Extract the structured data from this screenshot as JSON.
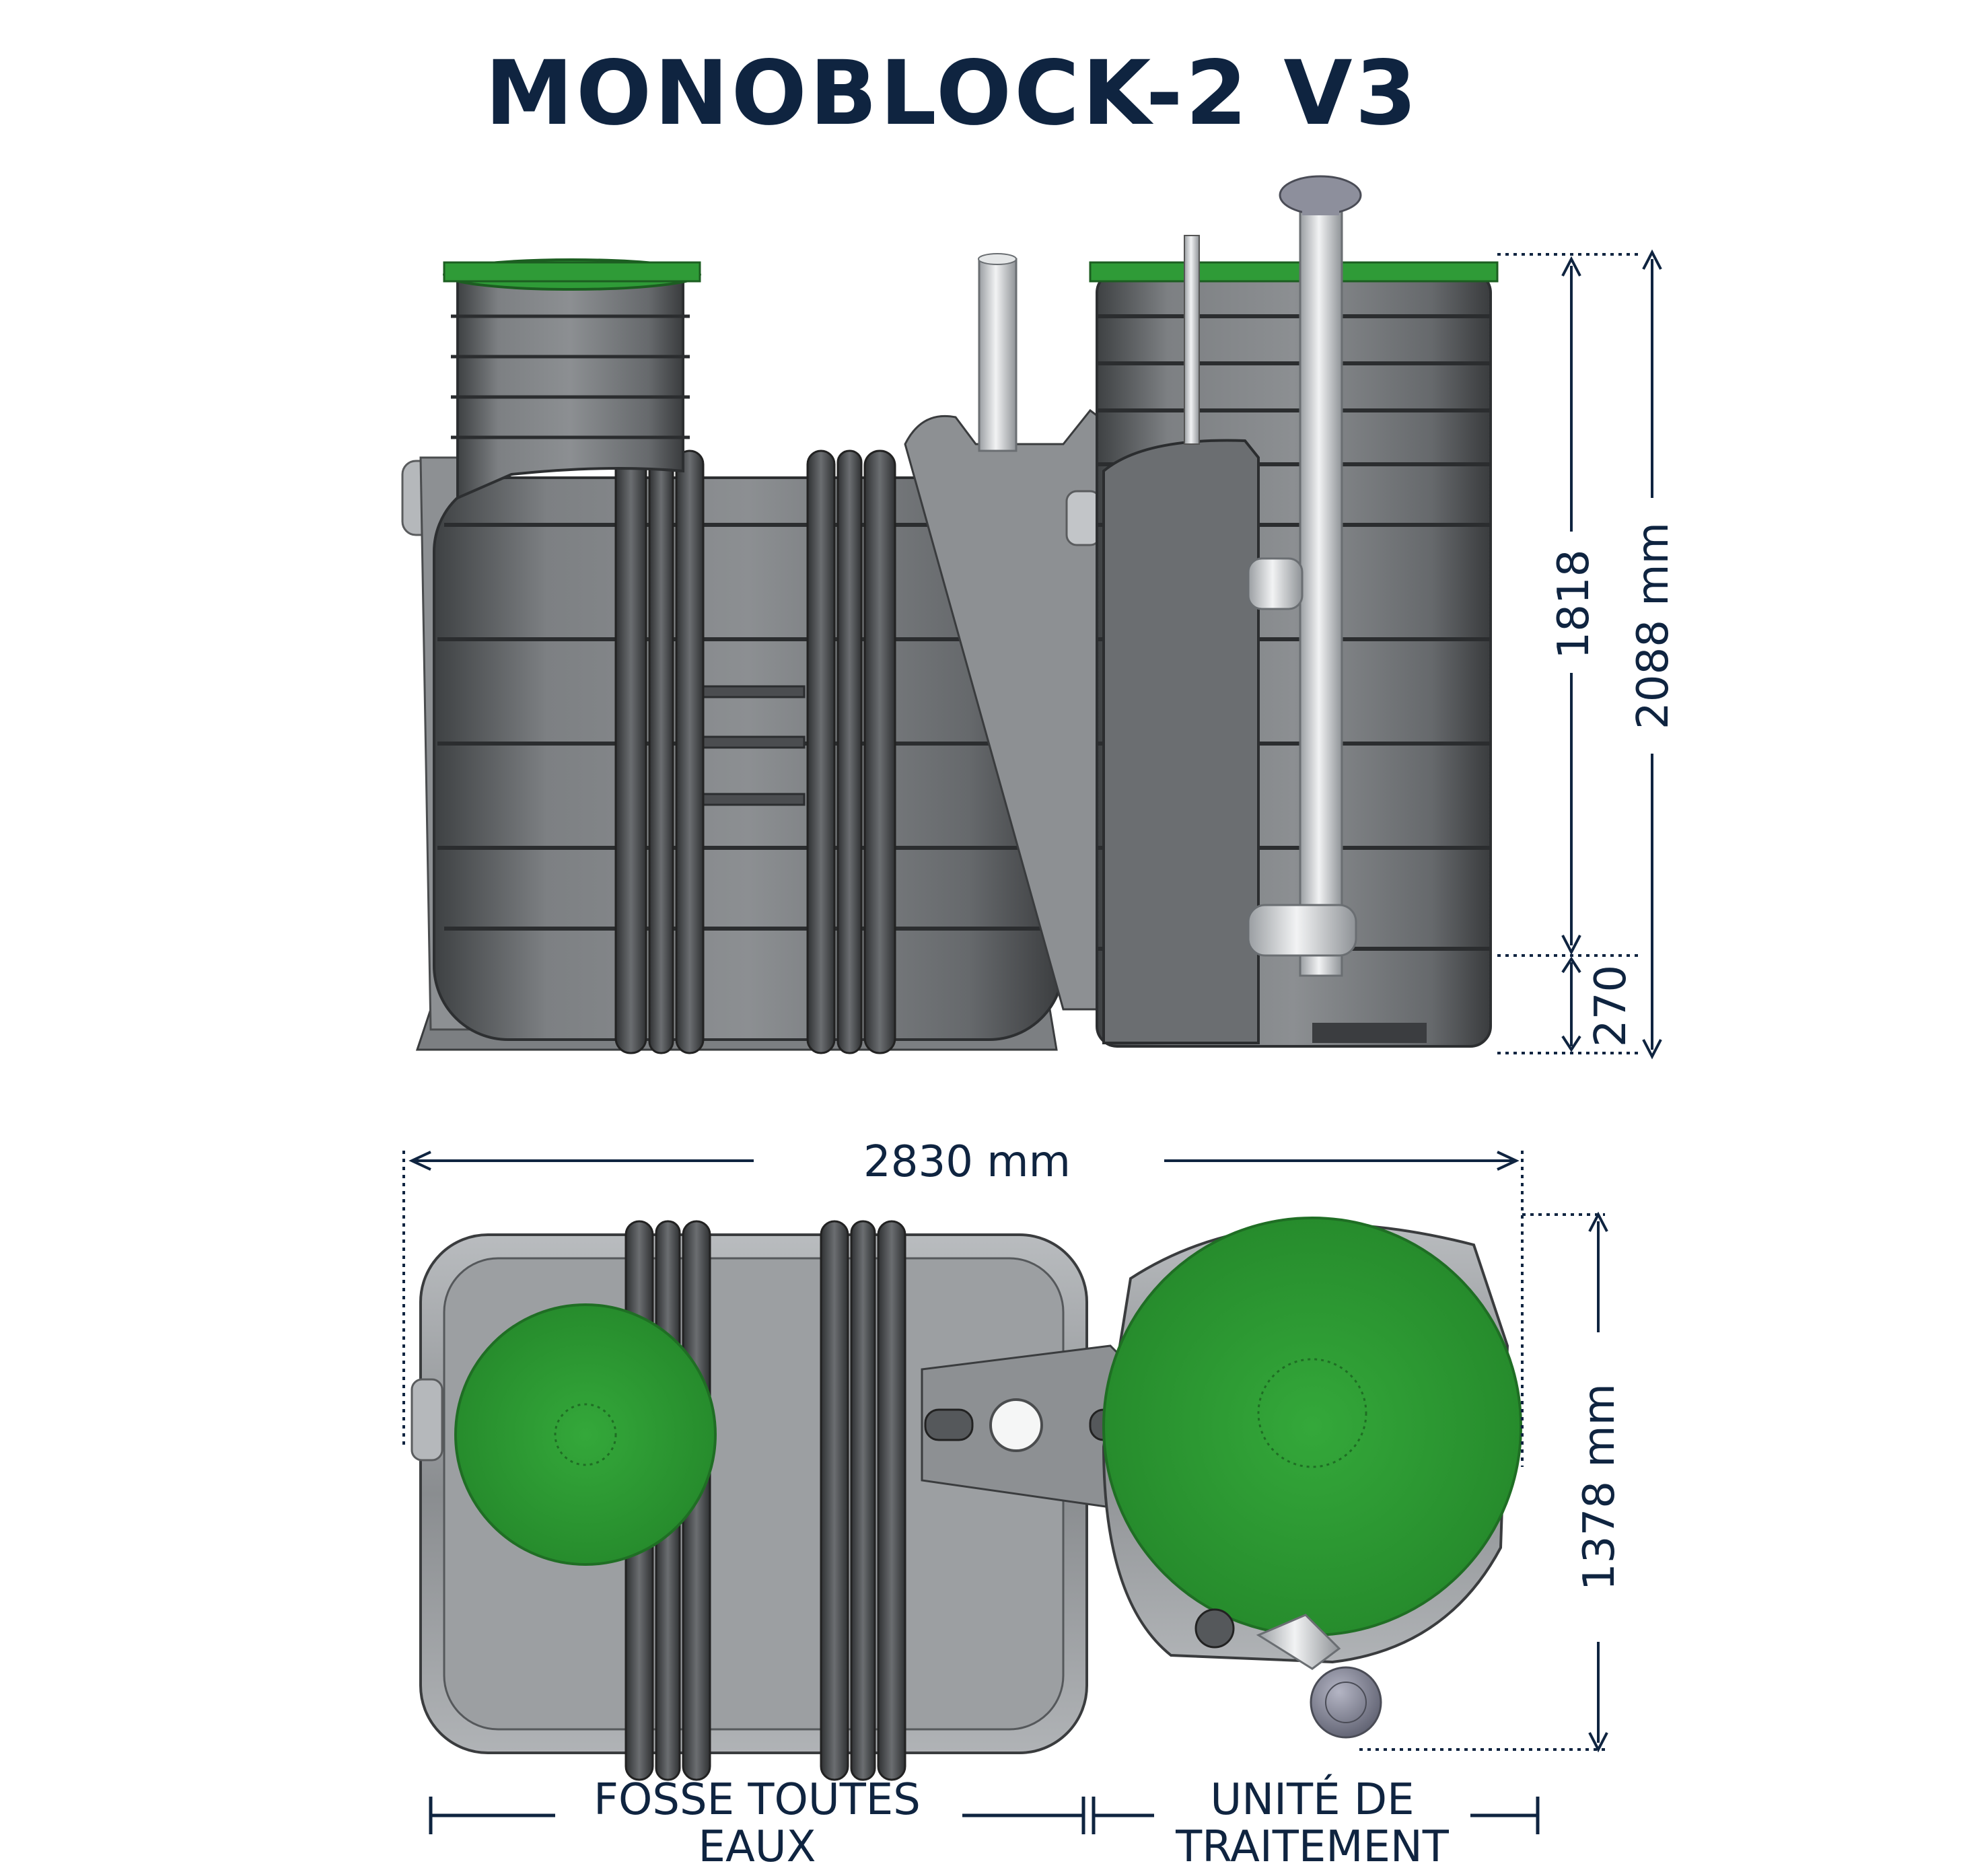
{
  "title": "MONOBLOCK-2 V3",
  "dimensions": {
    "height_upper": "1818",
    "height_total": "2088 mm",
    "height_base": "270",
    "width_total": "2830 mm",
    "depth_total": "1378 mm"
  },
  "labels": {
    "septic_tank_line1": "FOSSE TOUTES",
    "septic_tank_line2": "EAUX",
    "treatment_line1": "UNITÉ DE",
    "treatment_line2": "TRAITEMENT"
  },
  "colors": {
    "navy": "#0f2440",
    "lid_green": "#2e9b34",
    "tank_grey": "#6f7275"
  }
}
